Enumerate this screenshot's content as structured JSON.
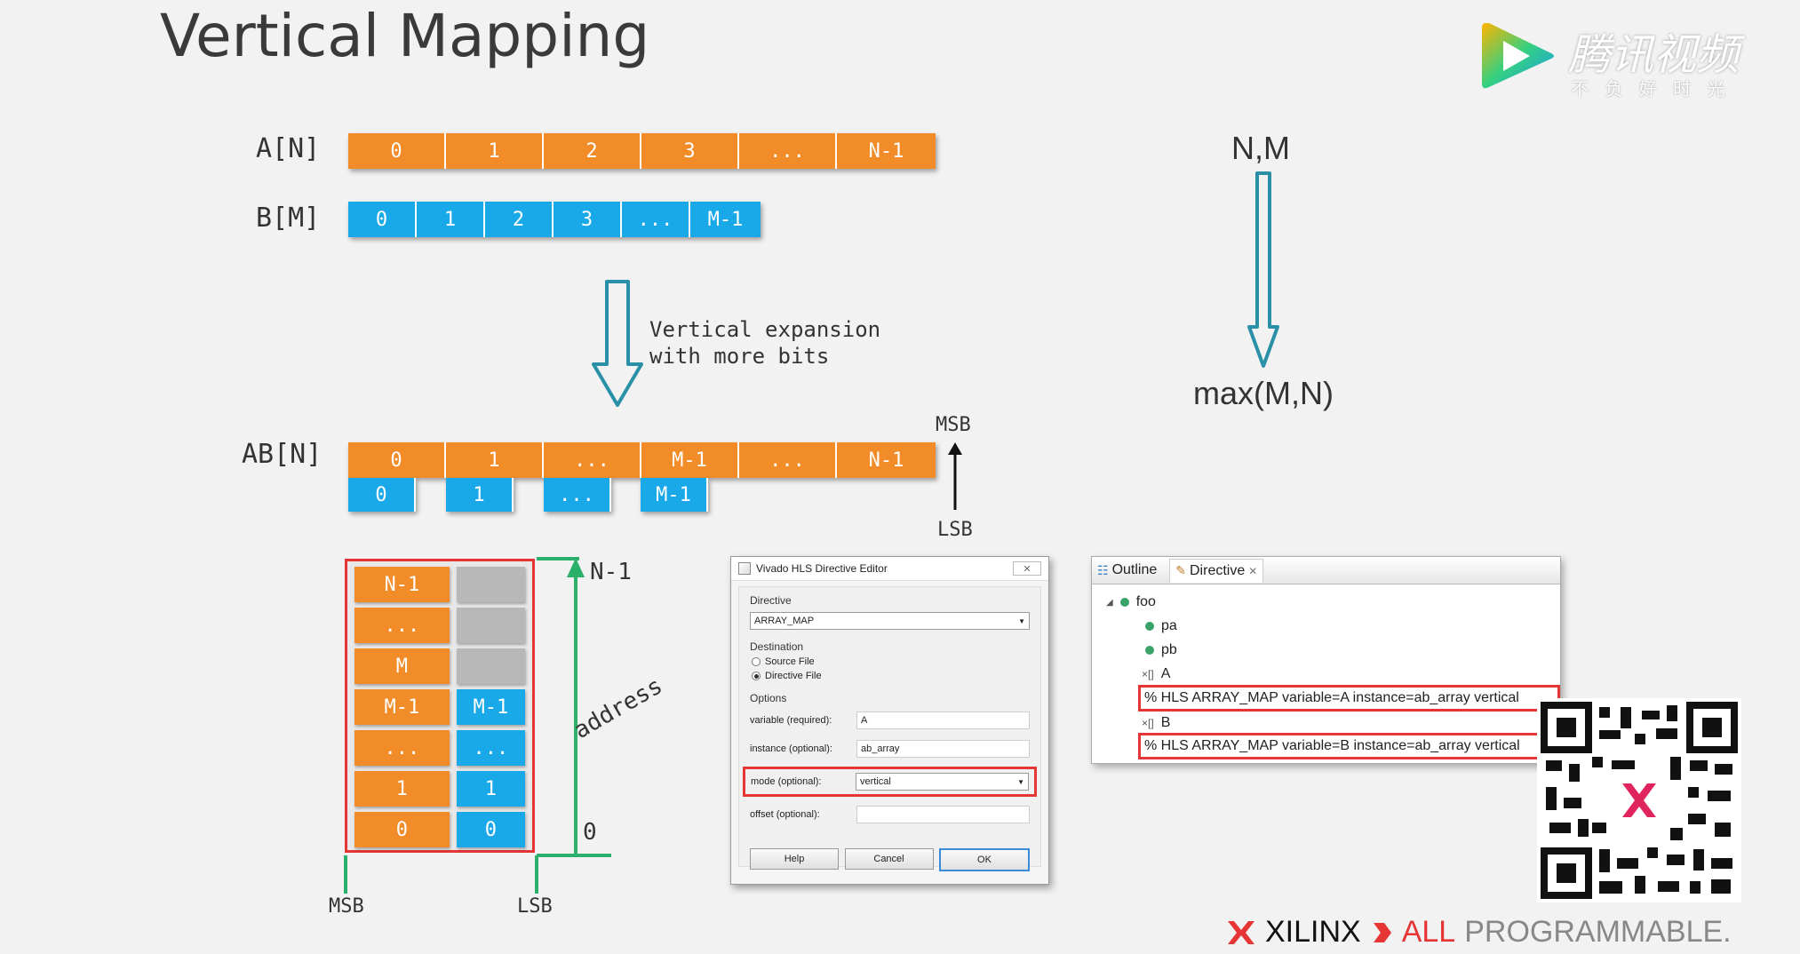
{
  "title": "Vertical Mapping",
  "watermark": {
    "brand": "腾讯视频",
    "slogan": "不 负 好 时 光"
  },
  "arrays": {
    "a": {
      "label": "A[N]",
      "cells": [
        "0",
        "1",
        "2",
        "3",
        "...",
        "N-1"
      ]
    },
    "b": {
      "label": "B[M]",
      "cells": [
        "0",
        "1",
        "2",
        "3",
        "...",
        "M-1"
      ]
    },
    "ab": {
      "label": "AB[N]",
      "top_cells": [
        "0",
        "1",
        "...",
        "M-1",
        "...",
        "N-1"
      ],
      "bottom_cells": [
        "0",
        "1",
        "...",
        "M-1"
      ]
    }
  },
  "expansion_note": "Vertical expansion\nwith more bits",
  "bit_labels": {
    "msb": "MSB",
    "lsb": "LSB"
  },
  "size_flow": {
    "top": "N,M",
    "bottom": "max(M,N)"
  },
  "memory": {
    "rows": [
      {
        "left": "N-1",
        "right": ""
      },
      {
        "left": "...",
        "right": ""
      },
      {
        "left": "M",
        "right": ""
      },
      {
        "left": "M-1",
        "right": "M-1"
      },
      {
        "left": "...",
        "right": "..."
      },
      {
        "left": "1",
        "right": "1"
      },
      {
        "left": "0",
        "right": "0"
      }
    ],
    "top_address": "N-1",
    "bottom_address": "0",
    "axis_label": "address",
    "msb": "MSB",
    "lsb": "LSB"
  },
  "dialog": {
    "title": "Vivado HLS Directive Editor",
    "directive_label": "Directive",
    "directive_value": "ARRAY_MAP",
    "destination_label": "Destination",
    "dest_options": [
      {
        "label": "Source File",
        "selected": false
      },
      {
        "label": "Directive File",
        "selected": true
      }
    ],
    "options_label": "Options",
    "fields": [
      {
        "label": "variable (required):",
        "value": "A"
      },
      {
        "label": "instance (optional):",
        "value": "ab_array"
      },
      {
        "label": "mode (optional):",
        "value": "vertical"
      },
      {
        "label": "offset (optional):",
        "value": ""
      }
    ],
    "buttons": {
      "help": "Help",
      "cancel": "Cancel",
      "ok": "OK"
    }
  },
  "outline": {
    "tab_outline": "Outline",
    "tab_directive": "Directive",
    "items": {
      "root": "foo",
      "pa": "pa",
      "pb": "pb",
      "a": "A",
      "b": "B"
    },
    "directive_a": "% HLS ARRAY_MAP variable=A instance=ab_array vertical",
    "directive_b": "% HLS ARRAY_MAP variable=B instance=ab_array vertical"
  },
  "footer": {
    "brand": "XILINX",
    "tagline_accent": "ALL",
    "tagline": "PROGRAMMABLE."
  },
  "colors": {
    "orange": "#f28c28",
    "blue": "#19a8e8",
    "highlight": "#e53535",
    "arrow": "#2a90a8",
    "green": "#2ab06a"
  }
}
